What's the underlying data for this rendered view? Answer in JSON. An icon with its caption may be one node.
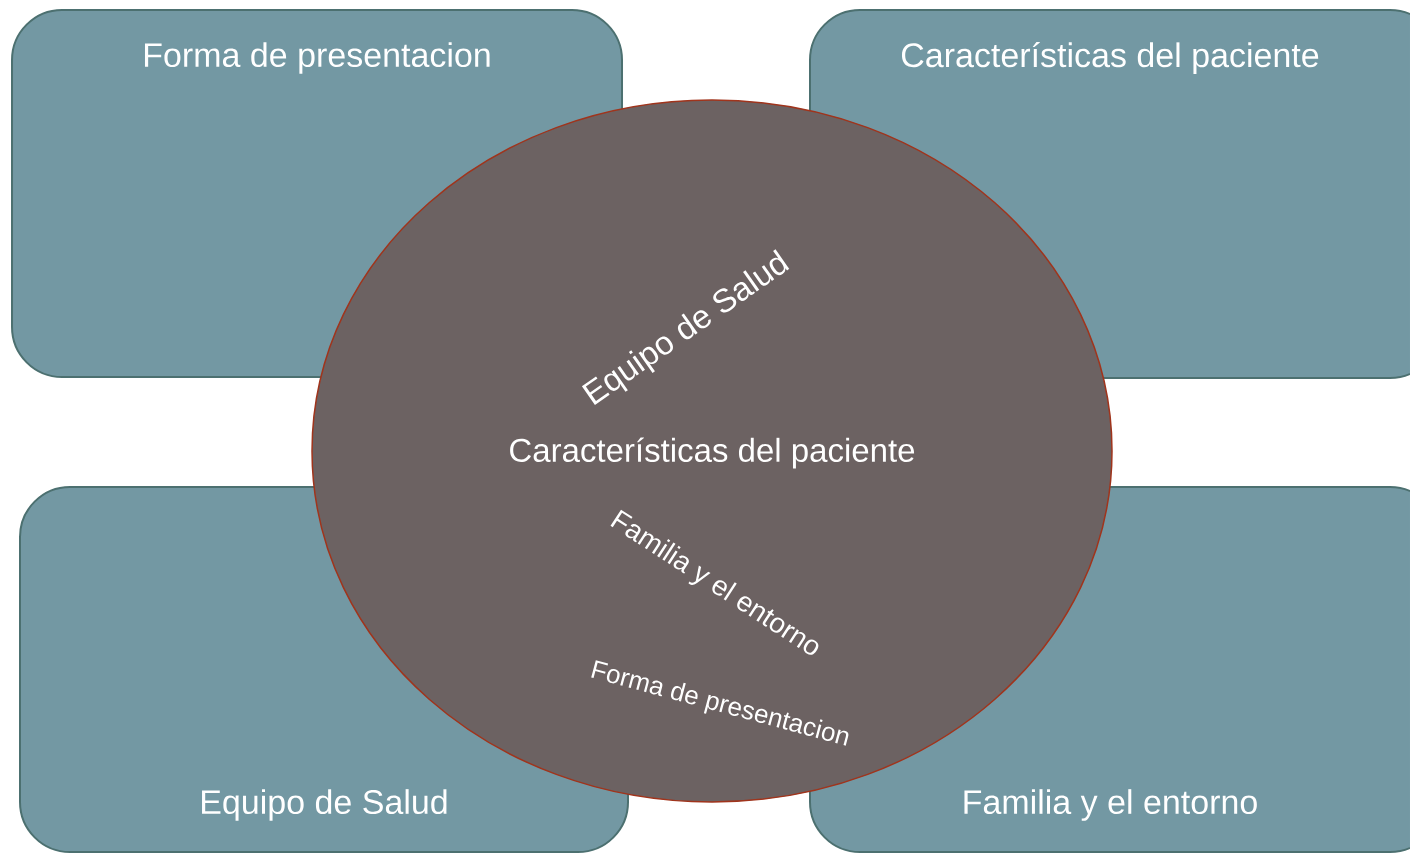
{
  "diagram": {
    "nodes": [
      {
        "text": [
          "Forma de presentacion"
        ]
      },
      {
        "text": [
          "Características del paciente"
        ]
      },
      {
        "text": [
          "Equipo de Salud"
        ]
      },
      {
        "text": [
          "Familia y el entorno"
        ]
      },
      {
        "text": [
          "Equipo de Salud",
          "Características del paciente",
          "Familia y el entorno",
          "Forma de presentacion"
        ]
      }
    ]
  }
}
